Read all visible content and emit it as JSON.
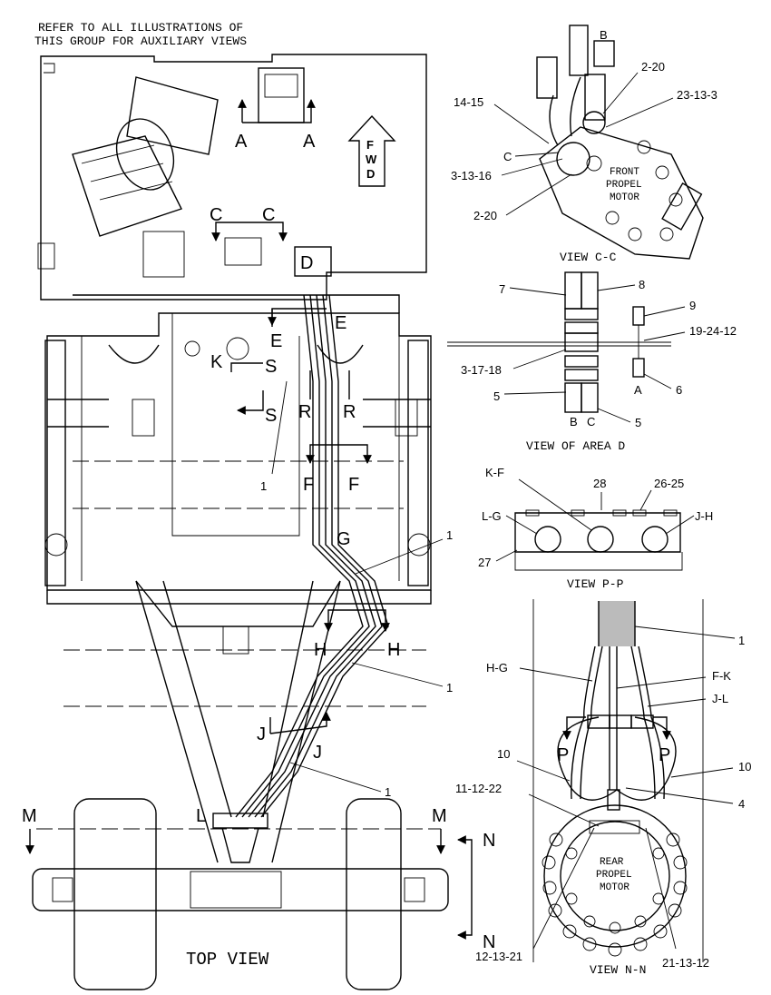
{
  "note": {
    "line1": "REFER TO ALL ILLUSTRATIONS OF",
    "line2": "THIS GROUP FOR AUXILIARY VIEWS"
  },
  "fwd": {
    "f": "F",
    "w": "W",
    "d": "D"
  },
  "top_view": {
    "title": "TOP VIEW",
    "section_letters": {
      "a_left": "A",
      "a_right": "A",
      "c_left": "C",
      "c_right": "C",
      "d_box": "D",
      "e_left": "E",
      "e_right": "E",
      "k": "K",
      "s_top": "S",
      "s_bottom": "S",
      "r_left": "R",
      "r_right": "R",
      "f_left": "F",
      "f_right": "F",
      "g": "G",
      "h_left": "H",
      "h_right": "H",
      "j_left": "J",
      "j_right": "J",
      "l": "L",
      "m_left": "M",
      "m_right": "M",
      "n_top": "N",
      "n_bottom": "N"
    },
    "callouts": {
      "c1": "1",
      "c2": "1",
      "c3": "1",
      "c4": "1"
    }
  },
  "view_cc": {
    "title": "VIEW C-C",
    "motor": [
      "FRONT",
      "PROPEL",
      "MOTOR"
    ],
    "callouts": {
      "b": "B",
      "c": "C",
      "p2_20a": "2-20",
      "p23_13_3": "23-13-3",
      "p14_15": "14-15",
      "p3_13_16": "3-13-16",
      "p2_20b": "2-20"
    }
  },
  "view_d": {
    "title": "VIEW OF AREA D",
    "callouts": {
      "p7": "7",
      "p8": "8",
      "p9": "9",
      "p19_24_12": "19-24-12",
      "p3_17_18": "3-17-18",
      "a": "A",
      "p6": "6",
      "p5a": "5",
      "p5b": "5",
      "b": "B",
      "c": "C"
    }
  },
  "view_pp": {
    "title": "VIEW P-P",
    "callouts": {
      "kf": "K-F",
      "p28": "28",
      "p26_25": "26-25",
      "lg": "L-G",
      "jh": "J-H",
      "p27": "27"
    }
  },
  "view_nn": {
    "title": "VIEW N-N",
    "motor": [
      "REAR",
      "PROPEL",
      "MOTOR"
    ],
    "callouts": {
      "p1": "1",
      "hg": "H-G",
      "fk": "F-K",
      "jl": "J-L",
      "p_left": "P",
      "p_right": "P",
      "p10a": "10",
      "p10b": "10",
      "p11_12_22": "11-12-22",
      "p4": "4",
      "p12_13_21": "12-13-21",
      "p21_13_12": "21-13-12"
    }
  }
}
